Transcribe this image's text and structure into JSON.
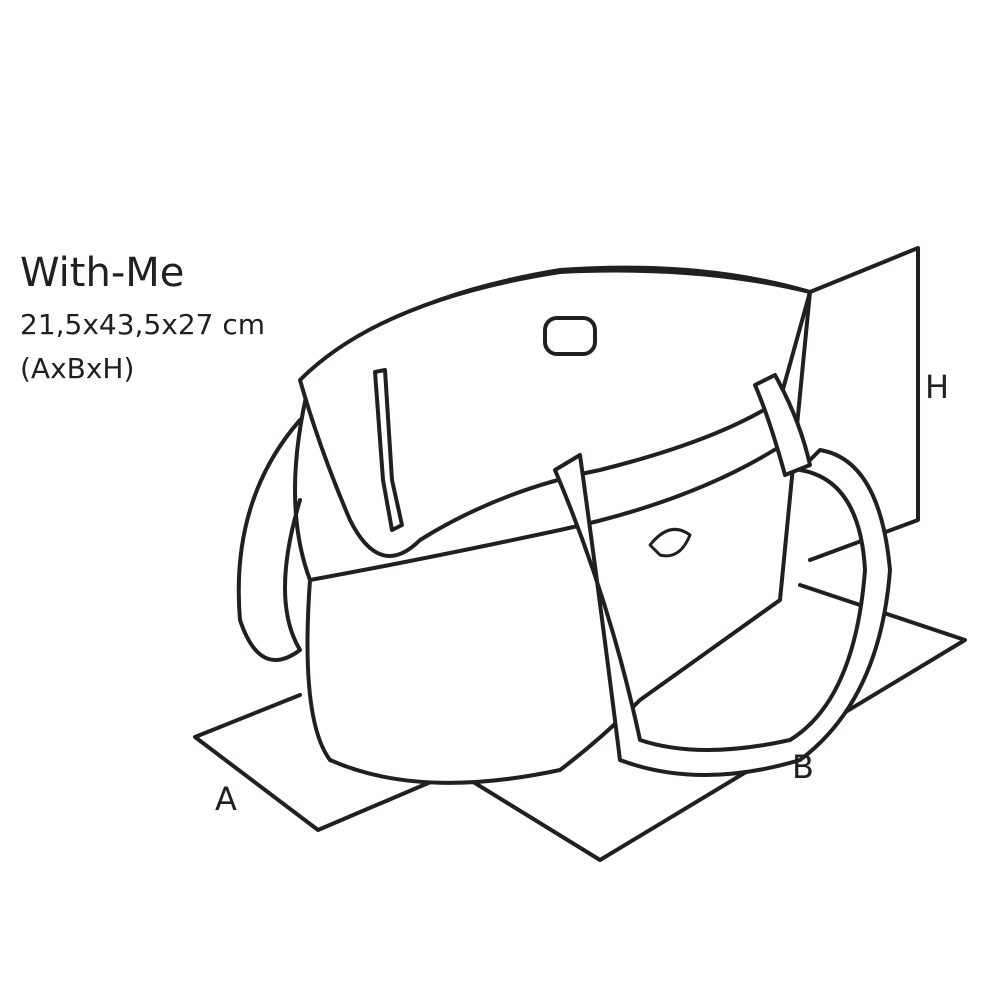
{
  "product": {
    "name": "With-Me",
    "dimensions": "21,5x43,5x27 cm",
    "order": "(AxBxH)"
  },
  "labels": {
    "a": "A",
    "b": "B",
    "h": "H"
  }
}
